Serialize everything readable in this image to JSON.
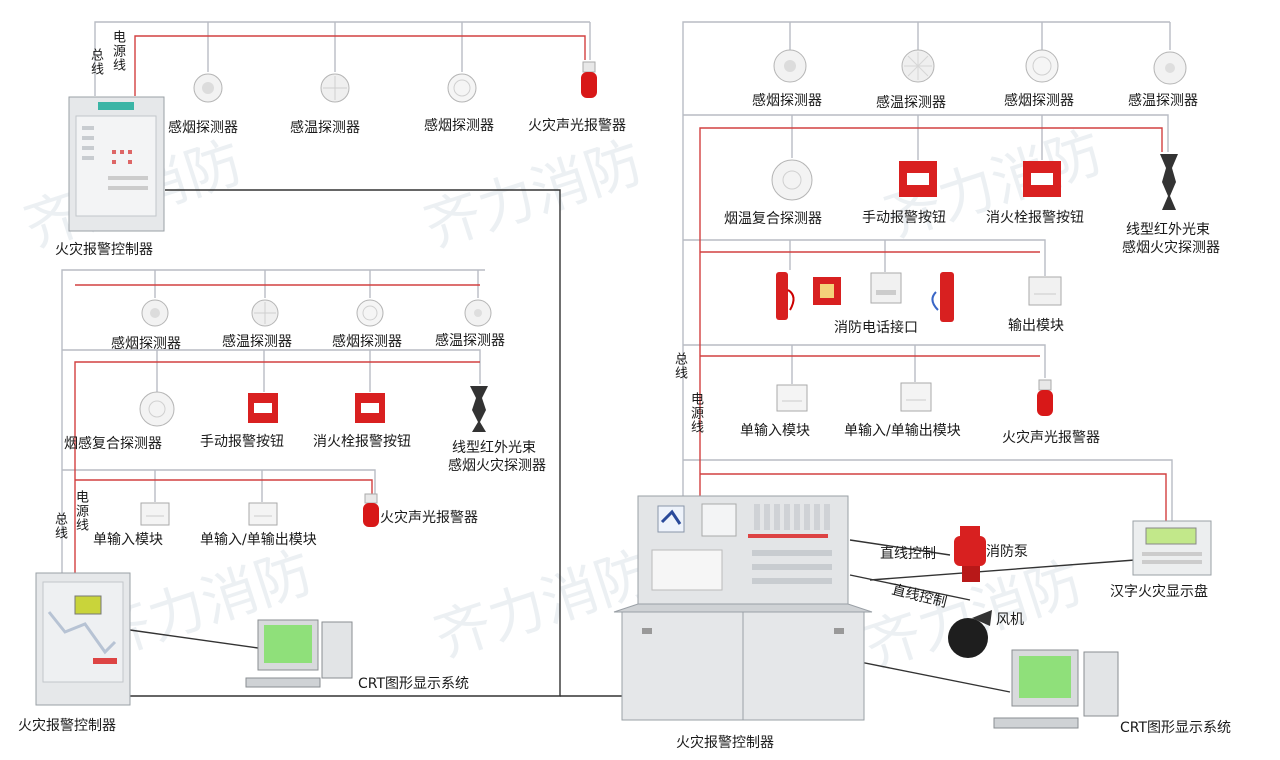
{
  "colors": {
    "bus": "#b8bcc4",
    "power": "#d24040",
    "cable": "#333333"
  },
  "watermark": "齐力消防",
  "left_system": {
    "bus_vertical_label": "总线",
    "power_vertical_label": "电源线",
    "controller_label": "火灾报警控制器",
    "top_row": [
      "感烟探测器",
      "感温探测器",
      "感烟探测器",
      "火灾声光报警器"
    ],
    "row2": [
      "感烟探测器",
      "感温探测器",
      "感烟探测器",
      "感温探测器"
    ],
    "row3": [
      "烟感复合探测器",
      "手动报警按钮",
      "消火栓报警按钮"
    ],
    "row3_beam_line1": "线型红外光束",
    "row3_beam_line2": "感烟火灾探测器",
    "row4": [
      "单输入模块",
      "单输入/单输出模块",
      "火灾声光报警器"
    ],
    "bus_label2": "总线",
    "power_label2": "电源线",
    "controller2_label": "火灾报警控制器",
    "crt_label": "CRT图形显示系统"
  },
  "right_system": {
    "row1": [
      "感烟探测器",
      "感温探测器",
      "感烟探测器",
      "感温探测器"
    ],
    "row2": [
      "烟温复合探测器",
      "手动报警按钮",
      "消火栓报警按钮"
    ],
    "row2_beam_line1": "线型红外光束",
    "row2_beam_line2": "感烟火灾探测器",
    "phone_label": "消防电话接口",
    "output_module_label": "输出模块",
    "bus_vertical_label": "总线",
    "power_vertical_label": "电源线",
    "row4": [
      "单输入模块",
      "单输入/单输出模块",
      "火灾声光报警器"
    ],
    "direct_control1": "直线控制",
    "pump_label": "消防泵",
    "direct_control2": "直线控制",
    "fan_label": "风机",
    "display_panel_label": "汉字火灾显示盘",
    "main_controller_label": "火灾报警控制器",
    "crt_label": "CRT图形显示系统"
  }
}
